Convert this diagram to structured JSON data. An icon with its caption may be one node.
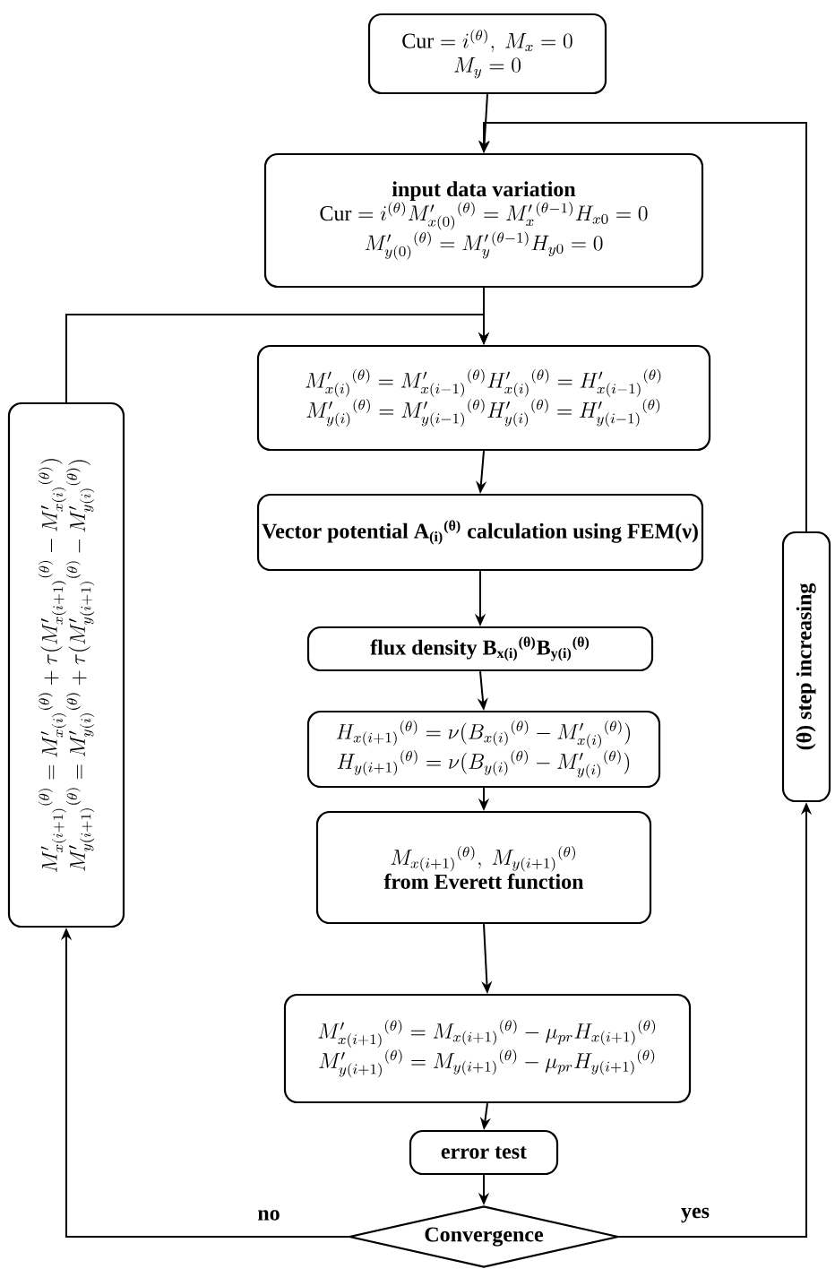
{
  "diagram": {
    "nodes": [
      {
        "text": [
          "\\mathrm{Cur} = i^{(\\theta)},\\ M_x = 0",
          "M_y = 0"
        ]
      },
      {
        "text": [
          "input data variation",
          "\\mathrm{Cur} = i^{(\\theta)} M'_{x(0)}{}^{(\\theta)} = M'_x{}^{(\\theta-1)} H_{x0} = 0",
          "M'_{y(0)}{}^{(\\theta)} = M'_y{}^{(\\theta-1)} H_{y0} = 0"
        ]
      },
      {
        "text": [
          "M'_{x(i)}{}^{(\\theta)} = M'_{x(i-1)}{}^{(\\theta)} H'_{x(i)}{}^{(\\theta)} = H'_{x(i-1)}{}^{(\\theta)}",
          "M'_{y(i)}{}^{(\\theta)} = M'_{y(i-1)}{}^{(\\theta)} H'_{y(i)}{}^{(\\theta)} = H'_{y(i-1)}{}^{(\\theta)}"
        ]
      },
      {
        "text": [
          "Vector potential A$_{(i)}$$^{(θ)}$ calculation using FEM(ν)"
        ]
      },
      {
        "text": [
          "flux density B$_{x(i)}$$^{(θ)}$B$_{y(i)}$$^{(θ)}$"
        ]
      },
      {
        "text": [
          "H_{x(i+1)}{}^{(\\theta)} = \\nu(B_{x(i)}{}^{(\\theta)} - M'_{x(i)}{}^{(\\theta)})",
          "H_{y(i+1)}{}^{(\\theta)} = \\nu(B_{y(i)}{}^{(\\theta)} - M'_{y(i)}{}^{(\\theta)})"
        ]
      },
      {
        "text": [
          "M_{x(i+1)}{}^{(\\theta)},\\ M_{y(i+1)}{}^{(\\theta)}",
          "from Everett function"
        ]
      },
      {
        "text": [
          "M'_{x(i+1)}{}^{(\\theta)} = M_{x(i+1)}{}^{(\\theta)} - \\mu_{pr} H_{x(i+1)}{}^{(\\theta)}",
          "M'_{y(i+1)}{}^{(\\theta)} = M_{y(i+1)}{}^{(\\theta)} - \\mu_{pr} H_{y(i+1)}{}^{(\\theta)}"
        ]
      },
      {
        "text": [
          "error test"
        ]
      },
      {
        "text": [
          "Convergence"
        ]
      },
      {
        "text": [
          "M'_{x(i+1)}{}^{(\\theta)} = M'_{x(i)}{}^{(\\theta)} + \\tau(M'_{x(i+1)}{}^{(\\theta)} - M'_{x(i)}{}^{(\\theta)})",
          "M'_{y(i+1)}{}^{(\\theta)} = M'_{y(i)}{}^{(\\theta)} + \\tau(M'_{y(i+1)}{}^{(\\theta)} - M'_{y(i)}{}^{(\\theta)})"
        ]
      },
      {
        "text": [
          "(θ) step increasing"
        ]
      }
    ],
    "edges": [
      {
        "from": 0,
        "to": 1,
        "arrow": "to"
      },
      {
        "from": 1,
        "to": 2,
        "arrow": "to"
      },
      {
        "from": 2,
        "to": 3,
        "arrow": "to"
      },
      {
        "from": 3,
        "to": 4,
        "arrow": "to"
      },
      {
        "from": 4,
        "to": 5,
        "arrow": "to"
      },
      {
        "from": 5,
        "to": 6,
        "arrow": "to"
      },
      {
        "from": 6,
        "to": 7,
        "arrow": "to"
      },
      {
        "from": 7,
        "to": 8,
        "arrow": "to"
      },
      {
        "from": 8,
        "to": 9,
        "arrow": "to"
      },
      {
        "from": 9,
        "to": 10,
        "arrow": "to",
        "label": "no"
      },
      {
        "from": 10,
        "to": 2,
        "arrow": "to"
      },
      {
        "from": 9,
        "to": 11,
        "arrow": "to",
        "label": "yes"
      },
      {
        "from": 11,
        "to": 1,
        "arrow": "to"
      }
    ]
  }
}
